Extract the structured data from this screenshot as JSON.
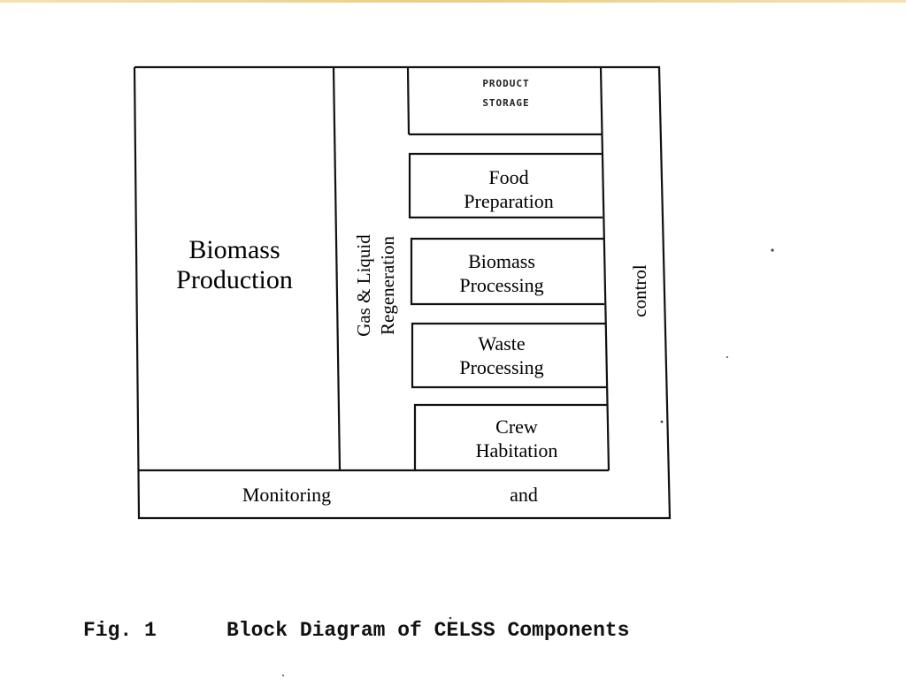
{
  "blocks": {
    "product_storage": [
      "PRODUCT",
      "STORAGE"
    ],
    "food_preparation": [
      "Food",
      "Preparation"
    ],
    "biomass_processing": [
      "Biomass",
      "Processing"
    ],
    "waste_processing": [
      "Waste",
      "Processing"
    ],
    "crew_habitation": [
      "Crew",
      "Habitation"
    ],
    "biomass_production": [
      "Biomass",
      "Production"
    ],
    "gas_liquid_regeneration": [
      "Gas & Liquid",
      "Regeneration"
    ],
    "monitoring": "Monitoring",
    "and": "and",
    "control": "control"
  },
  "caption": {
    "figure": "Fig. 1",
    "text": "Block Diagram of CELSS Components"
  }
}
